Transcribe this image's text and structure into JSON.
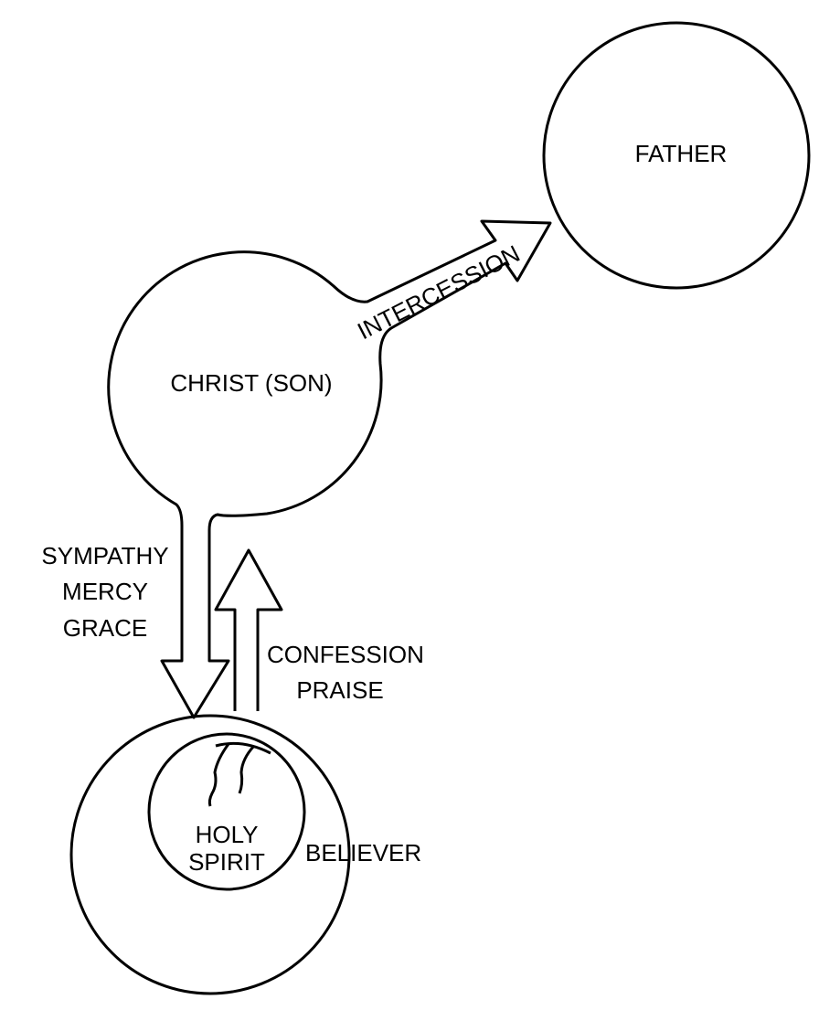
{
  "nodes": {
    "father": "FATHER",
    "christ": "CHRIST (SON)",
    "holy_spirit_line1": "HOLY",
    "holy_spirit_line2": "SPIRIT",
    "believer": "BELIEVER"
  },
  "arrows": {
    "intercession": "INTERCESSION",
    "downward": [
      "SYMPATHY",
      "MERCY",
      "GRACE"
    ],
    "upward": [
      "CONFESSION",
      "PRAISE"
    ]
  }
}
